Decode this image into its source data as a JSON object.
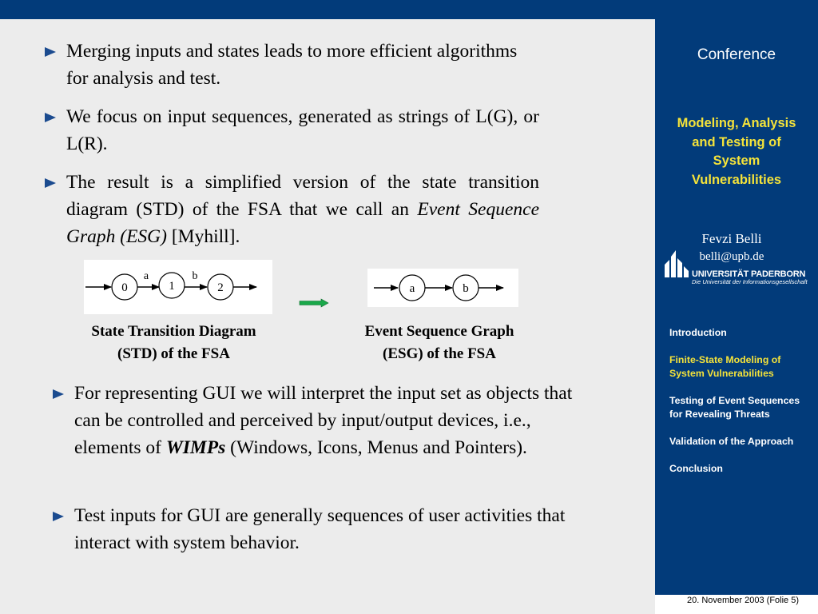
{
  "sidebar": {
    "conference": "Conference",
    "title": [
      "Modeling, Analysis",
      "and Testing of",
      "System",
      "Vulnerabilities"
    ],
    "author": "Fevzi Belli",
    "email": "belli@upb.de",
    "university": "UNIVERSITÄT PADERBORN",
    "university_sub": "Die Universität der Informationsgesellschaft",
    "nav": [
      {
        "label": "Introduction",
        "active": false
      },
      {
        "label": "Finite-State Modeling of System Vulnerabilities",
        "active": true
      },
      {
        "label": "Testing of Event Sequences for Revealing Threats",
        "active": false
      },
      {
        "label": "Validation of the Approach",
        "active": false
      },
      {
        "label": "Conclusion",
        "active": false
      }
    ],
    "footer": "20. November 2003 (Folie 5)"
  },
  "content": {
    "bullet1": "Merging inputs and states leads to more efficient algorithms for analysis and test.",
    "bullet2": "We focus on input sequences, generated as strings of L(G), or L(R).",
    "bullet3_pre": "The result is a simplified version of the state transition diagram (STD) of the FSA that we call an ",
    "bullet3_em": "Event Sequence Graph (ESG)",
    "bullet3_post": " [Myhill].",
    "std_caption": [
      "State Transition Diagram",
      "(STD) of the FSA"
    ],
    "esg_caption": [
      "Event Sequence Graph",
      "(ESG) of the FSA"
    ],
    "std": {
      "states": [
        "0",
        "1",
        "2"
      ],
      "edges": [
        "a",
        "b"
      ]
    },
    "esg": {
      "nodes": [
        "a",
        "b"
      ]
    },
    "bullet4_pre": " For representing GUI we will interpret the input set as objects that can be controlled and perceived by input/output devices, i.e., elements of ",
    "bullet4_em": "WIMPs",
    "bullet4_post": " (Windows, Icons, Menus and Pointers).",
    "bullet5": " Test inputs for GUI are generally sequences of user activities that interact with system behavior."
  },
  "colors": {
    "navy": "#023b7a",
    "accent": "#f5e33a",
    "bullet": "#1b4b8f",
    "arrow": "#1aa84a"
  }
}
